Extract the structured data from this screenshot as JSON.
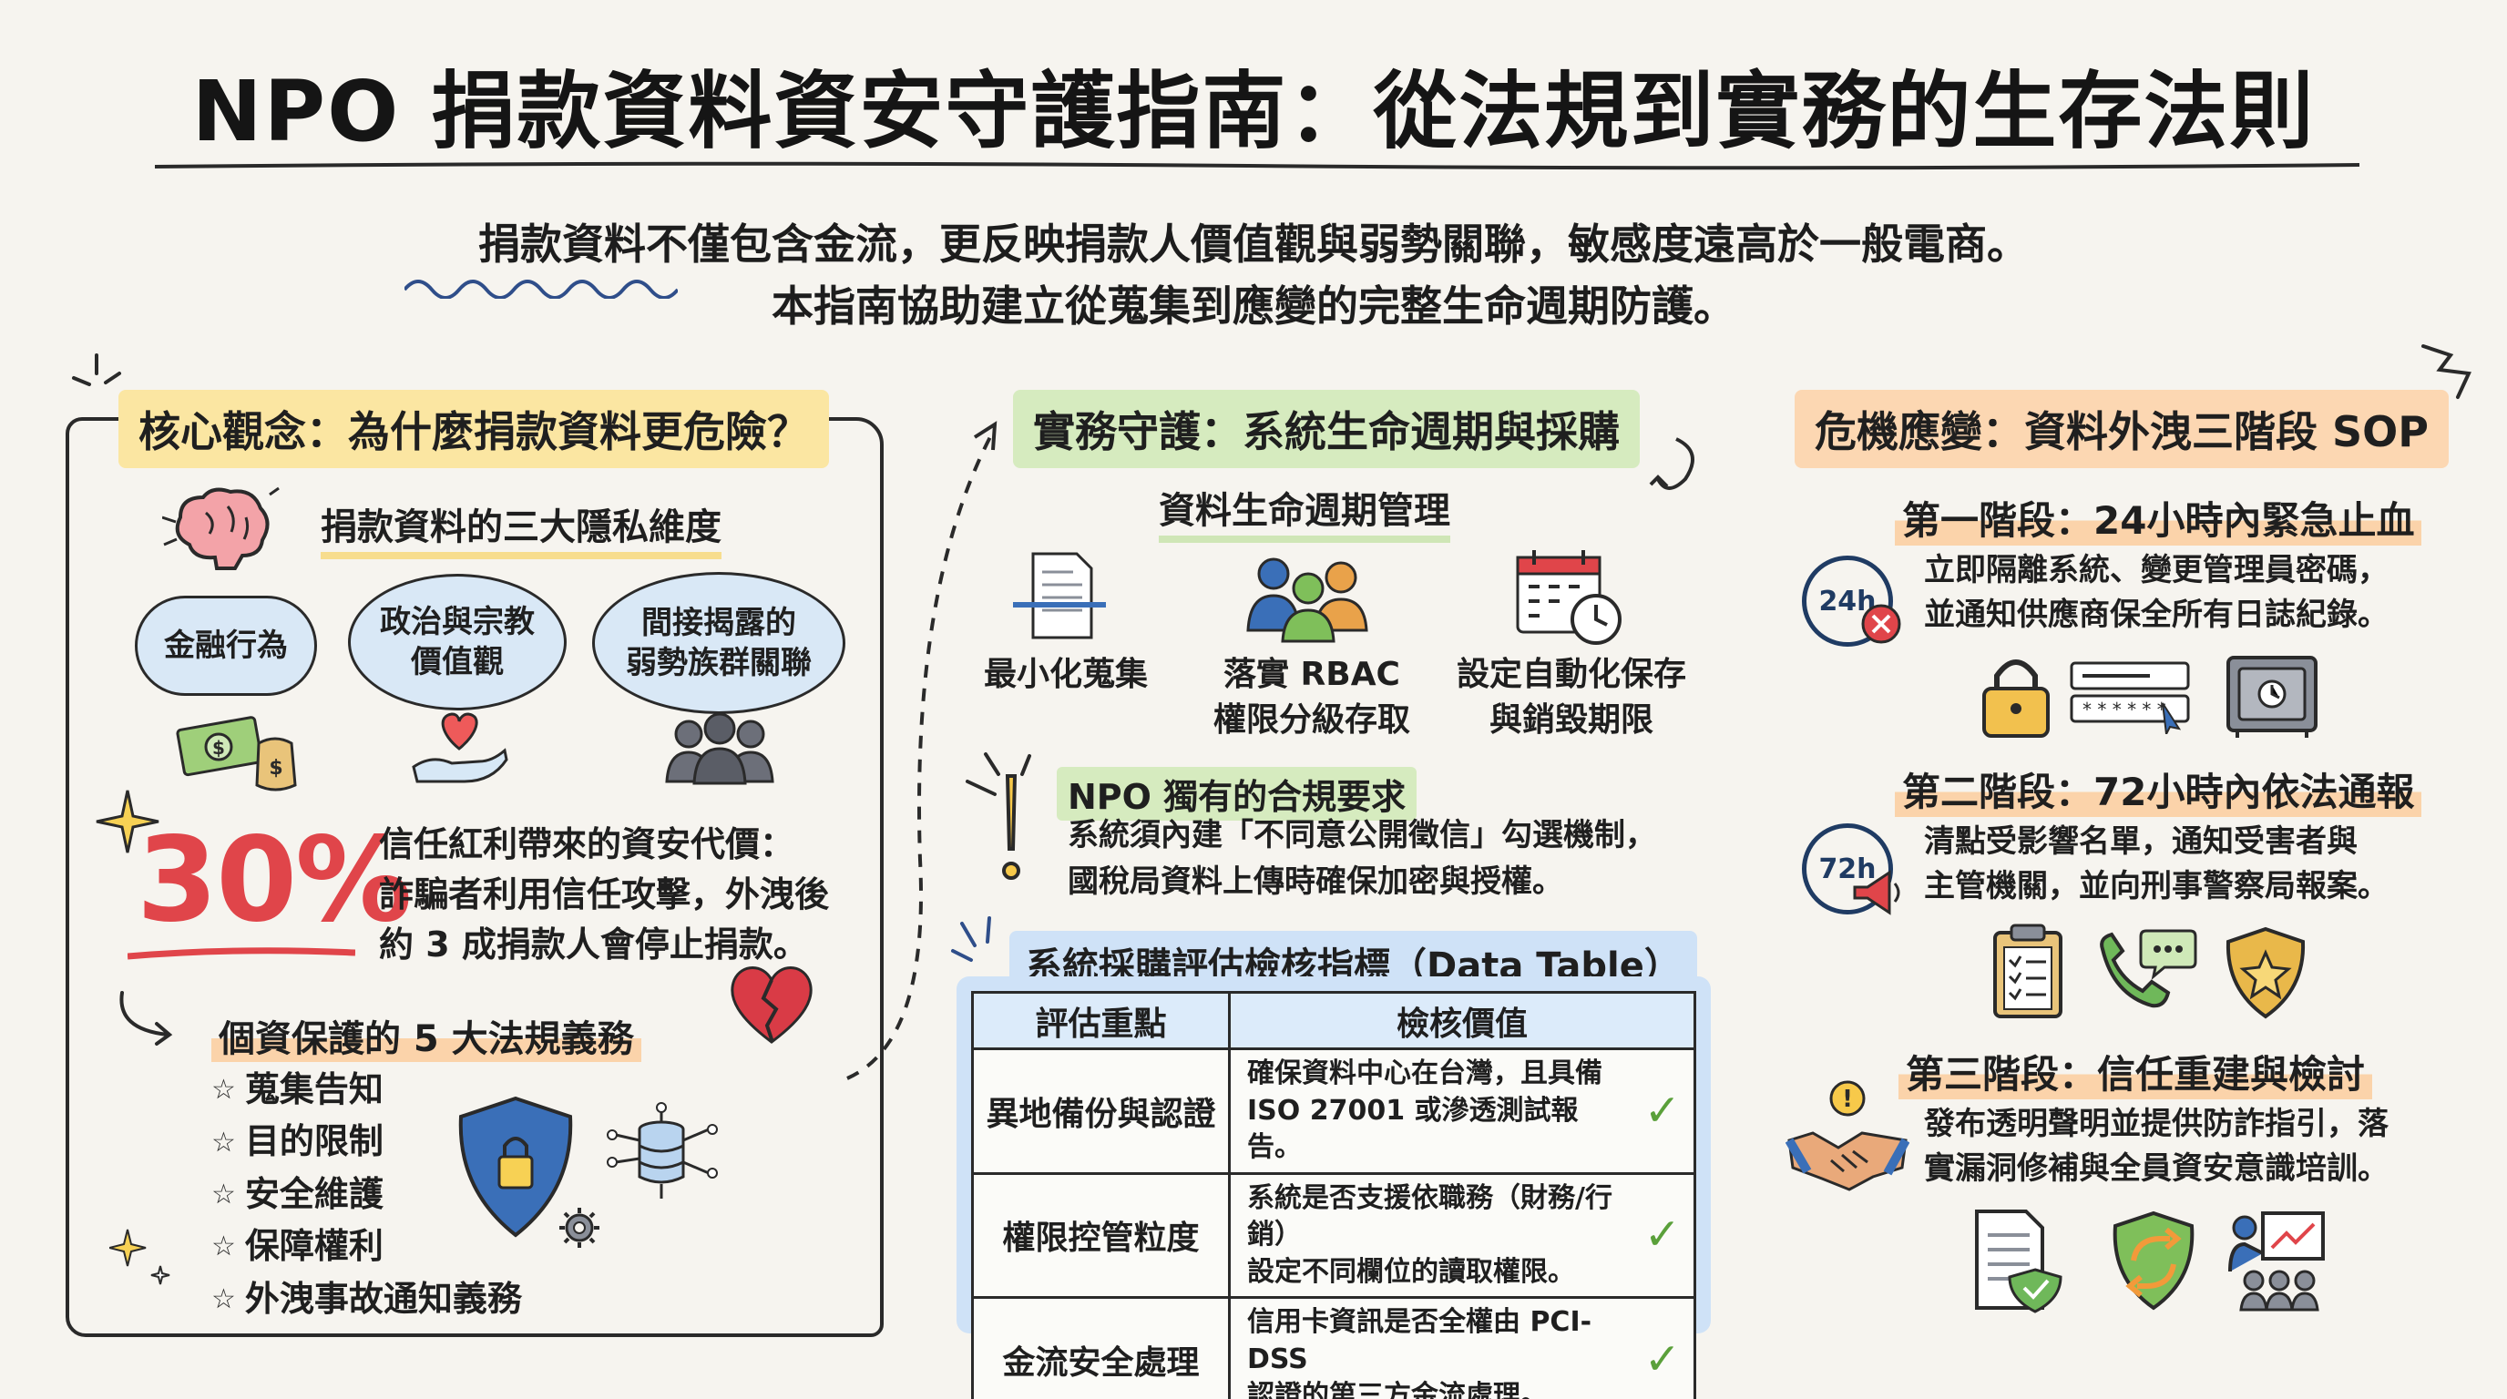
{
  "header": {
    "title": "NPO 捐款資料資安守護指南：從法規到實務的生存法則",
    "intro_line1": "捐款資料不僅包含金流，更反映捐款人價值觀與弱勢關聯，敏感度遠高於一般電商。",
    "intro_line2": "本指南協助建立從蒐集到應變的完整生命週期防護。"
  },
  "left": {
    "section_title": "核心觀念：為什麼捐款資料更危險？",
    "privacy_title": "捐款資料的三大隱私維度",
    "bubbles": [
      {
        "lines": [
          "金融行為"
        ],
        "icon": "money-icon"
      },
      {
        "lines": [
          "政治與宗教",
          "價值觀"
        ],
        "icon": "heart-hand-icon"
      },
      {
        "lines": [
          "間接揭露的",
          "弱勢族群關聯"
        ],
        "icon": "people-group-icon"
      }
    ],
    "stat": "30%",
    "trust_lines": [
      "信任紅利帶來的資安代價：",
      "詐騙者利用信任攻擊，外洩後",
      "約 3 成捐款人會停止捐款。"
    ],
    "law_title": "個資保護的 5 大法規義務",
    "laws": [
      "蒐集告知",
      "目的限制",
      "安全維護",
      "保障權利",
      "外洩事故通知義務"
    ]
  },
  "middle": {
    "section_title": "實務守護：系統生命週期與採購",
    "lifecycle_title": "資料生命週期管理",
    "lifecycle_items": [
      {
        "lines": [
          "最小化蒐集"
        ],
        "icon": "document-scan-icon"
      },
      {
        "lines": [
          "落實 RBAC",
          "權限分級存取"
        ],
        "icon": "user-group-icon"
      },
      {
        "lines": [
          "設定自動化保存",
          "與銷毀期限"
        ],
        "icon": "calendar-clock-icon"
      }
    ],
    "compliance_title": "NPO 獨有的合規要求",
    "compliance_lines": [
      "系統須內建「不同意公開徵信」勾選機制，",
      "國稅局資料上傳時確保加密與授權。"
    ],
    "table_title": "系統採購評估檢核指標（Data Table）",
    "table_headers": [
      "評估重點",
      "檢核價值"
    ],
    "table_rows": [
      {
        "point": "異地備份與認證",
        "value": [
          "確保資料中心在台灣，且具備",
          "ISO 27001 或滲透測試報告。"
        ]
      },
      {
        "point": "權限控管粒度",
        "value": [
          "系統是否支援依職務（財務/行銷）",
          "設定不同欄位的讀取權限。"
        ]
      },
      {
        "point": "金流安全處理",
        "value": [
          "信用卡資訊是否全權由 PCI-DSS",
          "認證的第三方金流處理。"
        ]
      }
    ]
  },
  "right": {
    "section_title": "危機應變：資料外洩三階段 SOP",
    "stages": [
      {
        "title": "第一階段：24小時內緊急止血",
        "badge": "24h",
        "lines": [
          "立即隔離系統、變更管理員密碼，",
          "並通知供應商保全所有日誌紀錄。"
        ],
        "icons": [
          "padlock-icon",
          "password-field-icon",
          "safe-icon"
        ]
      },
      {
        "title": "第二階段：72小時內依法通報",
        "badge": "72h",
        "lines": [
          "清點受影響名單，通知受害者與",
          "主管機關，並向刑事警察局報案。"
        ],
        "icons": [
          "clipboard-icon",
          "phone-chat-icon",
          "police-badge-icon"
        ]
      },
      {
        "title": "第三階段：信任重建與檢討",
        "badge": "!",
        "lines": [
          "發布透明聲明並提供防詐指引，落",
          "實漏洞修補與全員資安意識培訓。"
        ],
        "icons": [
          "statement-doc-icon",
          "shield-refresh-icon",
          "training-icon"
        ]
      }
    ]
  },
  "colors": {
    "yellow_hl": "#fbe6a2",
    "green_hl": "#d6ebbf",
    "orange_hl": "#fcd7b2",
    "blue_hl": "#cfe2f7",
    "stat_red": "#e0454a",
    "navy": "#1f3b63"
  }
}
